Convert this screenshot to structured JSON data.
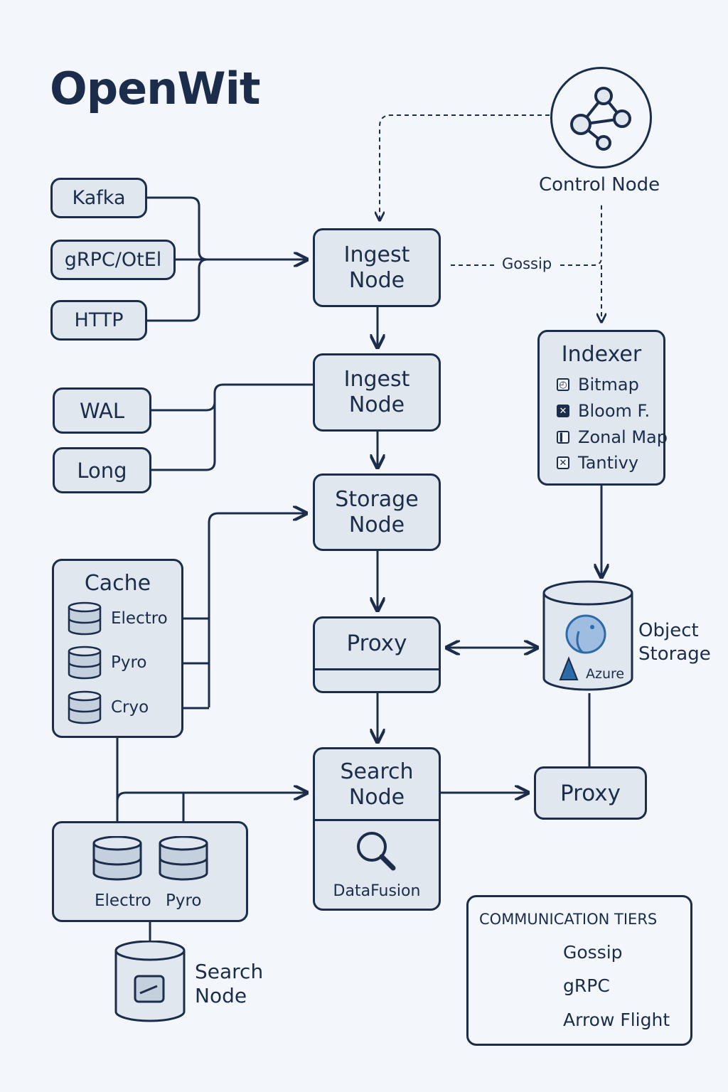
{
  "title": "OpenWit",
  "sources": {
    "kafka": "Kafka",
    "grpc": "gRPC/OtEl",
    "http": "HTTP"
  },
  "storage_inputs": {
    "wal": "WAL",
    "long": "Long"
  },
  "control": {
    "label": "Control Node",
    "icon": "network-nodes-icon"
  },
  "gossip_label": "Gossip",
  "ingest_node_1": "Ingest\nNode",
  "ingest_node_2": "Ingest\nNode",
  "storage_node": "Storage\nNode",
  "proxy_center": "Proxy",
  "search_node": {
    "label": "Search\nNode",
    "engine": "DataFusion",
    "icon": "magnifier-icon"
  },
  "indexer": {
    "title": "Indexer",
    "items": [
      {
        "label": "Bitmap",
        "icon": "bitmap-icon"
      },
      {
        "label": "Bloom F.",
        "icon": "bloom-filter-icon"
      },
      {
        "label": "Zonal Map",
        "icon": "zonal-map-icon"
      },
      {
        "label": "Tantivy",
        "icon": "tantivy-icon"
      }
    ]
  },
  "object_storage": {
    "label": "Object\nStorage",
    "brand": "Azure",
    "icons": [
      "postgres-elephant-icon",
      "azure-icon"
    ]
  },
  "proxy_right": "Proxy",
  "cache": {
    "title": "Cache",
    "tiers": [
      "Electro",
      "Pyro",
      "Cryo"
    ]
  },
  "bottom_cache": {
    "tiers": [
      "Electro",
      "Pyro"
    ]
  },
  "bottom_search": {
    "label": "Search\nNode",
    "icon": "disk-icon"
  },
  "legend": {
    "title": "COMMUNICATION TIERS",
    "items": [
      {
        "label": "Gossip",
        "style": "dashed"
      },
      {
        "label": "gRPC",
        "style": "thin"
      },
      {
        "label": "Arrow Flight",
        "style": "thick"
      }
    ]
  },
  "colors": {
    "ink": "#1b2d4a",
    "fill": "#e1e7ef",
    "background": "#f3f6fa",
    "accent_blue": "#2d6aa8"
  }
}
